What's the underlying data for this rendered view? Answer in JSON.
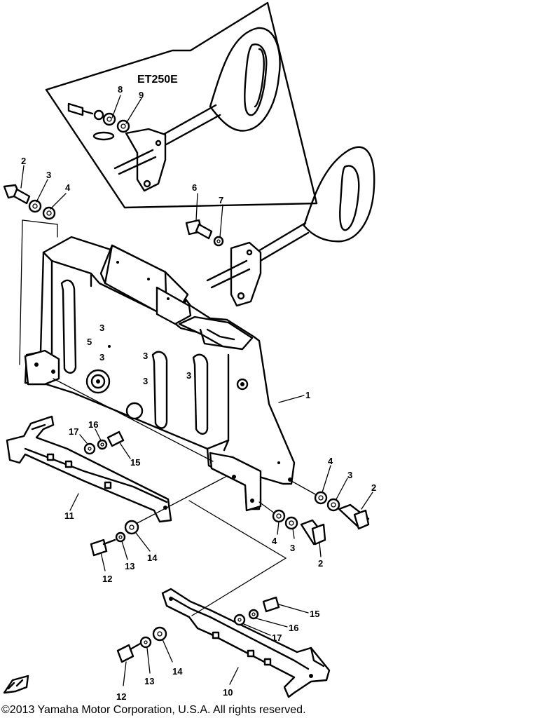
{
  "inset": {
    "model_label": "ET250E"
  },
  "labels": {
    "p1": "1",
    "p2a": "2",
    "p2b": "2",
    "p2c": "2",
    "p3a": "3",
    "p3b": "3",
    "p3c": "3",
    "p3m1": "3",
    "p3m2": "3",
    "p3m3": "3",
    "p3m4": "3",
    "p3m5": "3",
    "p4a": "4",
    "p4b": "4",
    "p4c": "4",
    "p5": "5",
    "p6": "6",
    "p7": "7",
    "p8": "8",
    "p9": "9",
    "p10": "10",
    "p11": "11",
    "p12a": "12",
    "p12b": "12",
    "p13a": "13",
    "p13b": "13",
    "p14a": "14",
    "p14b": "14",
    "p15a": "15",
    "p15b": "15",
    "p16a": "16",
    "p16b": "16",
    "p17a": "17",
    "p17b": "17"
  },
  "footer": {
    "copyright": "©2013 Yamaha Motor Corporation, U.S.A. All rights reserved."
  }
}
